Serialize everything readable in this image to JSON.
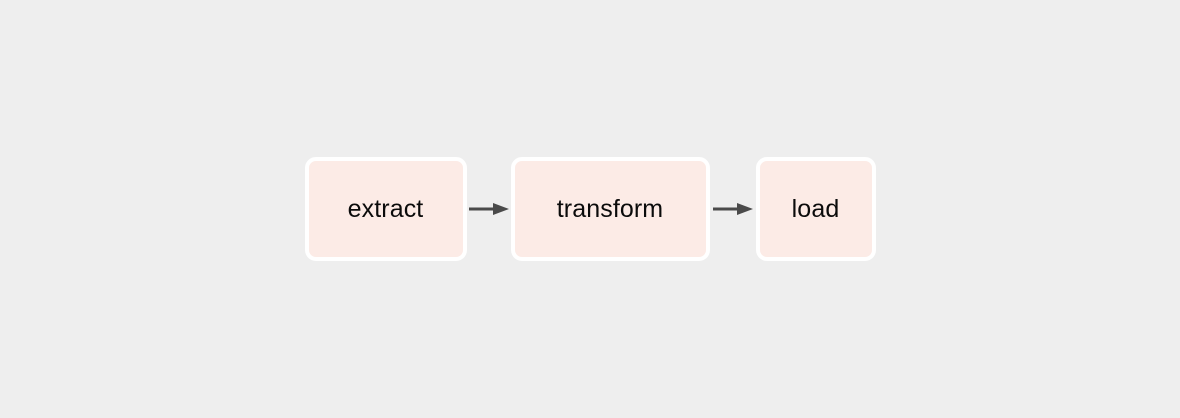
{
  "diagram": {
    "type": "flowchart",
    "direction": "left-to-right",
    "background_color": "#eeeeee",
    "node_fill_color": "#fcebe6",
    "node_stroke_color": "#ffffff",
    "edge_color": "#4a4a4a",
    "text_color": "#0b0b0b",
    "nodes": [
      {
        "id": "extract",
        "label": "extract"
      },
      {
        "id": "transform",
        "label": "transform"
      },
      {
        "id": "load",
        "label": "load"
      }
    ],
    "edges": [
      {
        "from": "extract",
        "to": "transform",
        "label": "",
        "arrowhead": "triangle"
      },
      {
        "from": "transform",
        "to": "load",
        "label": "",
        "arrowhead": "triangle"
      }
    ]
  }
}
